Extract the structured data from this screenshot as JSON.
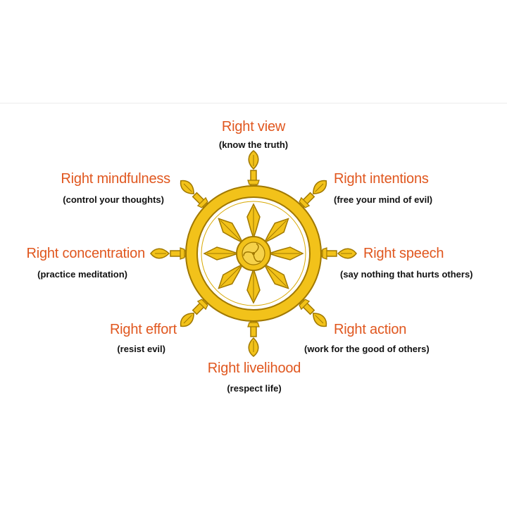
{
  "colors": {
    "label": "#e0571f",
    "description": "#111111",
    "wheel_fill": "#f2c21a",
    "wheel_outline": "#a07800"
  },
  "paths": [
    {
      "id": "view",
      "title": "Right view",
      "description": "(know the truth)"
    },
    {
      "id": "intentions",
      "title": "Right intentions",
      "description": "(free your mind of evil)"
    },
    {
      "id": "speech",
      "title": "Right speech",
      "description": "(say nothing that hurts others)"
    },
    {
      "id": "action",
      "title": "Right action",
      "description": "(work for the good of others)"
    },
    {
      "id": "livelihood",
      "title": "Right livelihood",
      "description": "(respect life)"
    },
    {
      "id": "effort",
      "title": "Right effort",
      "description": "(resist evil)"
    },
    {
      "id": "concentration",
      "title": "Right concentration",
      "description": "(practice meditation)"
    },
    {
      "id": "mindfulness",
      "title": "Right mindfulness",
      "description": "(control your thoughts)"
    }
  ],
  "wheel": {
    "icon": "dharma-wheel-icon"
  }
}
